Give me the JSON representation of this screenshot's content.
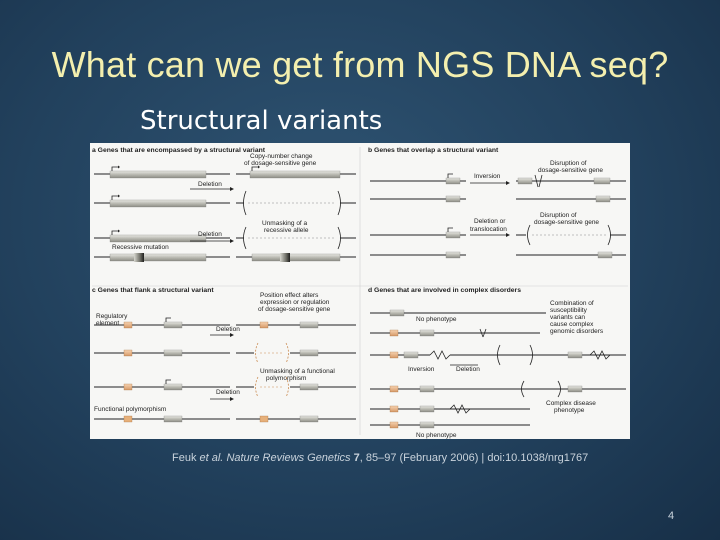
{
  "slide": {
    "title": "What can we get from NGS DNA seq?",
    "subtitle": "Structural variants",
    "page_number": "4"
  },
  "citation": {
    "authors": "Feuk ",
    "etal": "et al.",
    "journal": "Nature Reviews Genetics",
    "volume": "7",
    "rest": ", 85–97 (February 2006) | doi:10.1038/nrg1767"
  },
  "figure": {
    "panel_a": {
      "header": "a  Genes that are encompassed by a structural variant",
      "copy_number_1": "Copy-number change",
      "copy_number_2": "of dosage-sensitive gene",
      "deletion_1": "Deletion",
      "unmask_1": "Unmasking of a",
      "unmask_2": "recessive allele",
      "deletion_2": "Deletion",
      "recessive": "Recessive mutation"
    },
    "panel_b": {
      "header": "b  Genes that overlap a structural variant",
      "disruption_1": "Disruption of",
      "disruption_2": "dosage-sensitive gene",
      "inversion": "Inversion",
      "disruption_3": "Disruption of",
      "disruption_4": "dosage-sensitive gene",
      "deletion_or": "Deletion or",
      "translocation": "translocation"
    },
    "panel_c": {
      "header": "c  Genes that flank a structural variant",
      "position_1": "Position effect alters",
      "position_2": "expression or regulation",
      "position_3": "of dosage-sensitive gene",
      "regulatory_1": "Regulatory",
      "regulatory_2": "element",
      "deletion_1": "Deletion",
      "unmask_1": "Unmasking of a functional",
      "unmask_2": "polymorphism",
      "deletion_2": "Deletion",
      "functional": "Functional polymorphism"
    },
    "panel_d": {
      "header": "d  Genes that are involved in complex disorders",
      "no_phenotype_1": "No phenotype",
      "combination_1": "Combination of",
      "combination_2": "susceptibility",
      "combination_3": "variants can",
      "combination_4": "cause complex",
      "combination_5": "genomic disorders",
      "inversion": "Inversion",
      "deletion": "Deletion",
      "complex_1": "Complex disease",
      "complex_2": "phenotype",
      "no_phenotype_2": "No phenotype"
    }
  }
}
